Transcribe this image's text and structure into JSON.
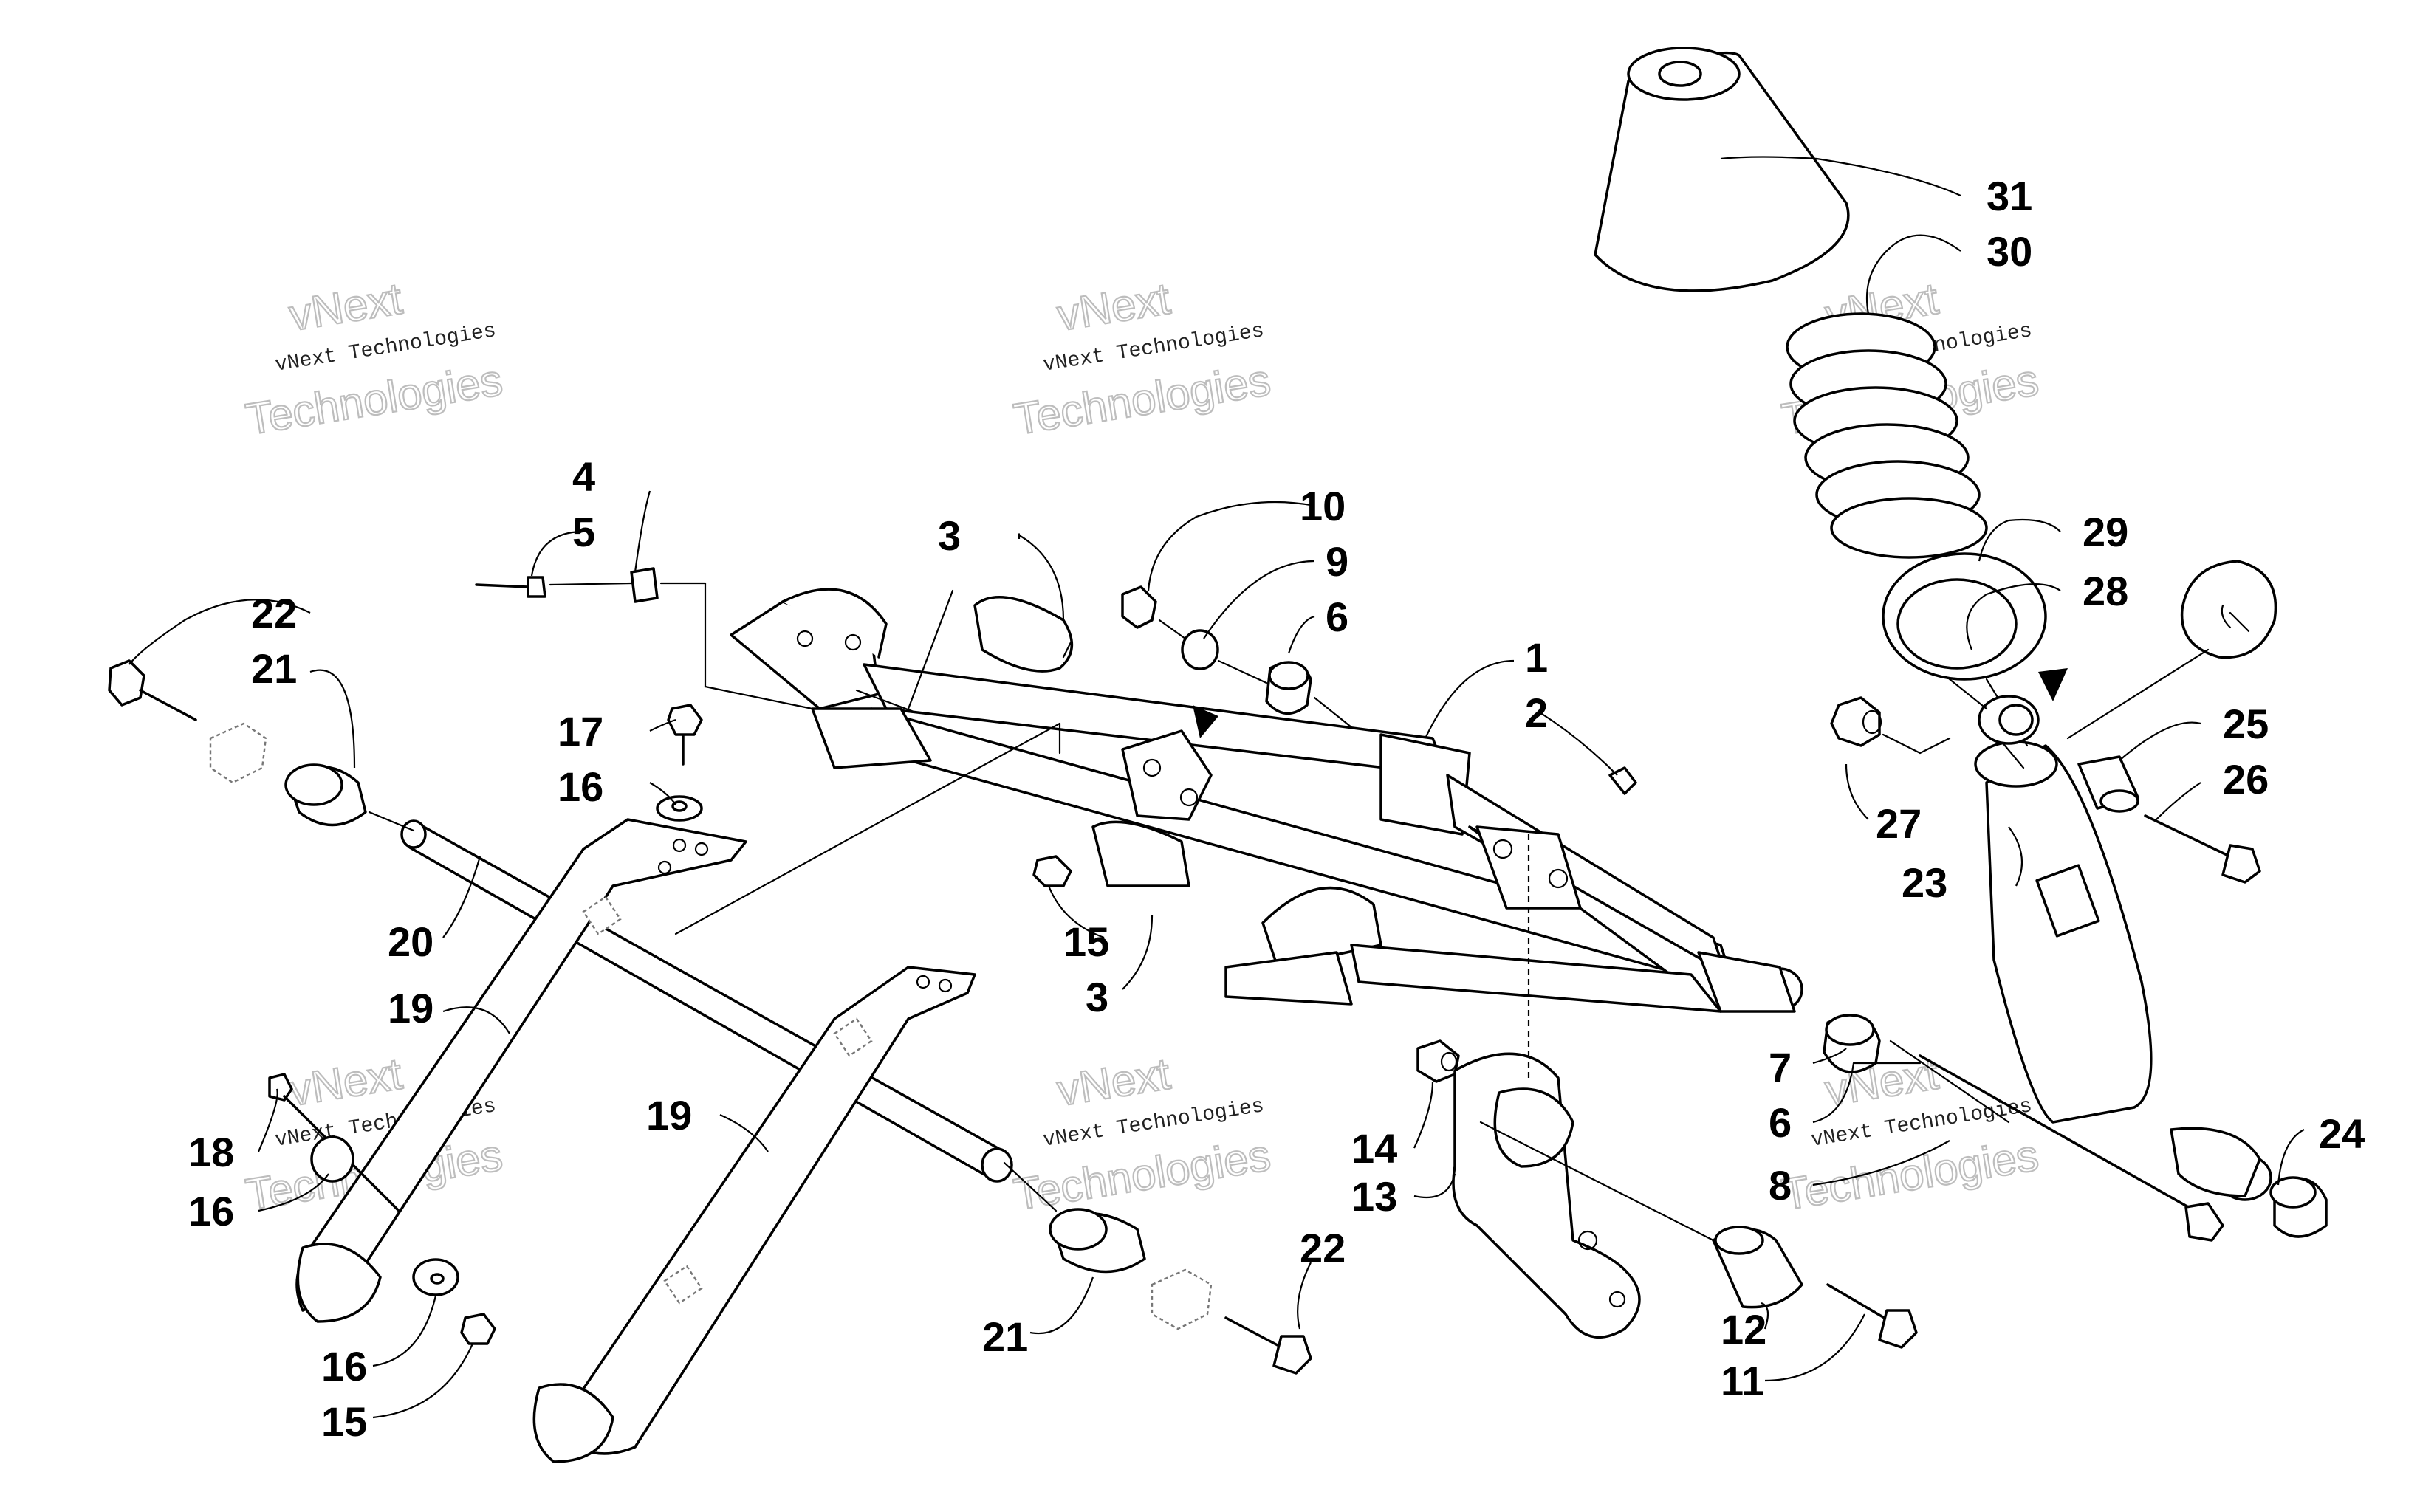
{
  "watermark": {
    "line1": "vNext",
    "line2": "vNext Technologies",
    "line3": "Technologies"
  },
  "callouts": {
    "c1": "1",
    "c2": "2",
    "c3a": "3",
    "c3b": "3",
    "c4": "4",
    "c5": "5",
    "c6a": "6",
    "c6b": "6",
    "c7": "7",
    "c8": "8",
    "c9": "9",
    "c10": "10",
    "c11": "11",
    "c12": "12",
    "c13": "13",
    "c14": "14",
    "c15a": "15",
    "c15b": "15",
    "c16a": "16",
    "c16b": "16",
    "c16c": "16",
    "c17": "17",
    "c18": "18",
    "c19a": "19",
    "c19b": "19",
    "c20": "20",
    "c21a": "21",
    "c21b": "21",
    "c22a": "22",
    "c22b": "22",
    "c23": "23",
    "c24": "24",
    "c25": "25",
    "c26": "26",
    "c27": "27",
    "c28": "28",
    "c29": "29",
    "c30": "30",
    "c31": "31"
  }
}
